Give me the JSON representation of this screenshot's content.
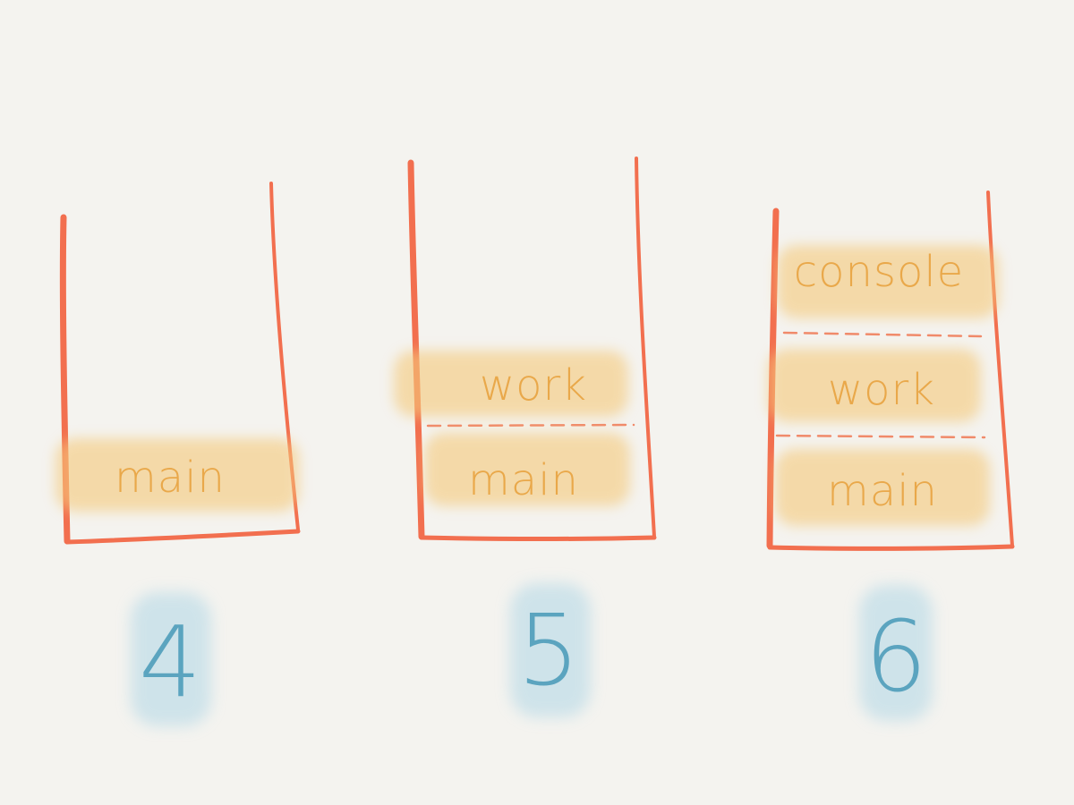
{
  "stacks": [
    {
      "number": "4",
      "frames": [
        "main"
      ]
    },
    {
      "number": "5",
      "frames": [
        "work",
        "main"
      ]
    },
    {
      "number": "6",
      "frames": [
        "console",
        "work",
        "main"
      ]
    }
  ],
  "colors": {
    "background": "#f4f3ef",
    "stack_outline": "#f26f4f",
    "frame_divider": "#f08a6a",
    "frame_highlight": "#f5c97a",
    "frame_text": "#e9a84a",
    "number_highlight": "#bfdde8",
    "number_text": "#5ba4bf"
  }
}
